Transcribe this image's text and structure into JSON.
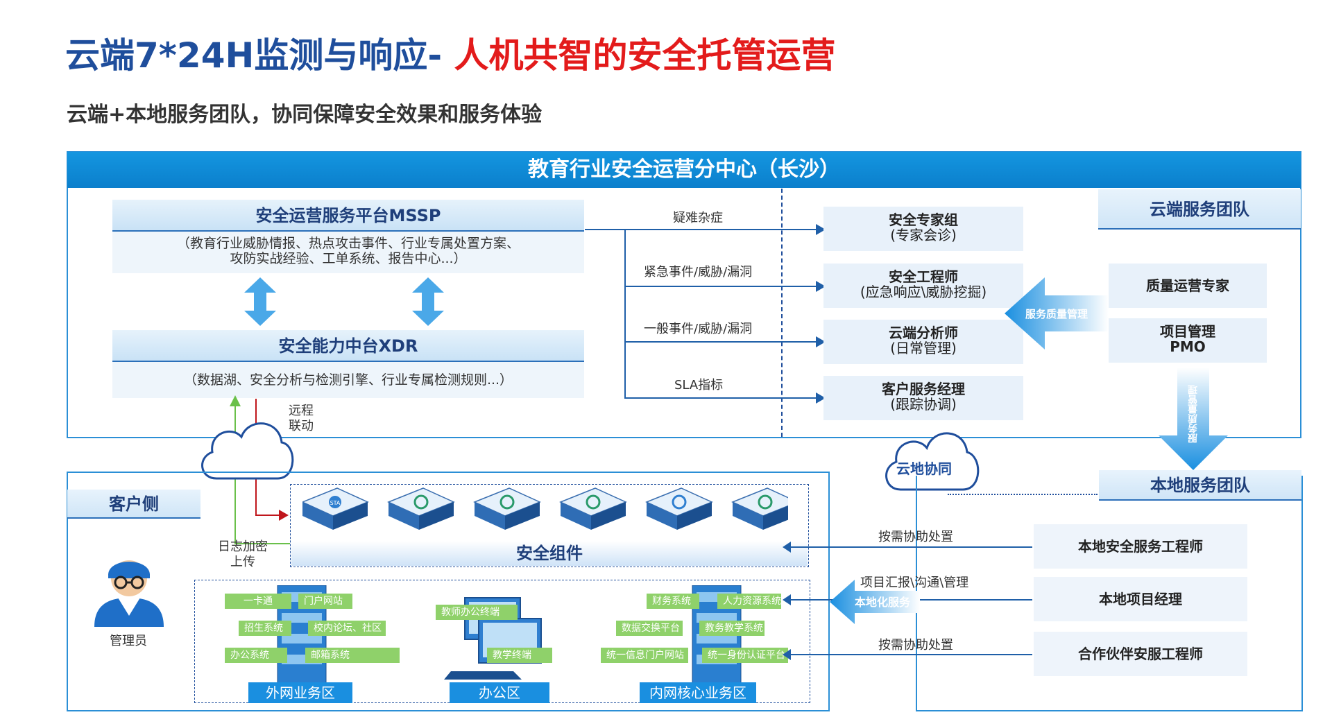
{
  "title": {
    "blue": "云端7*24H监测与响应- ",
    "red": "人机共智的安全托管运营"
  },
  "subtitle": "云端+本地服务团队，协同保障安全效果和服务体验",
  "center_banner": "教育行业安全运营分中心（长沙）",
  "mssp": {
    "title": "安全运营服务平台MSSP",
    "desc_line1": "（教育行业威胁情报、热点攻击事件、行业专属处置方案、",
    "desc_line2": "攻防实战经验、工单系统、报告中心...）"
  },
  "xdr": {
    "title": "安全能力中台XDR",
    "desc": "（数据湖、安全分析与检测引擎、行业专属检测规则...）"
  },
  "flows": [
    "疑难杂症",
    "紧急事件/威胁/漏洞",
    "一般事件/威胁/漏洞",
    "SLA指标"
  ],
  "cloud_roles": [
    {
      "name": "安全专家组",
      "sub": "(专家会诊)"
    },
    {
      "name": "安全工程师",
      "sub": "(应急响应\\威胁挖掘)"
    },
    {
      "name": "云端分析师",
      "sub": "(日常管理)"
    },
    {
      "name": "客户服务经理",
      "sub": "(跟踪协调)"
    }
  ],
  "cloud_team": {
    "title": "云端服务团队",
    "quality_expert": "质量运营专家",
    "pm_line1": "项目管理",
    "pm_line2": "PMO"
  },
  "quality_arrow": "服务质量管理",
  "quality_arrow_v": "服务质量管理",
  "remote_link": {
    "line1": "远程",
    "line2": "联动"
  },
  "cloud_collab": "云地协同",
  "customer_side": "客户侧",
  "log_upload": {
    "line1": "日志加密",
    "line2": "上传"
  },
  "admin_label": "管理员",
  "security_components": "安全组件",
  "device_labels": [
    "STA",
    "",
    "",
    "",
    "",
    ""
  ],
  "local_team": {
    "title": "本地服务团队",
    "roles": [
      "本地安全服务工程师",
      "本地项目经理",
      "合作伙伴安服工程师"
    ]
  },
  "local_flows": [
    "按需协助处置",
    "项目汇报\\沟通\\管理",
    "按需协助处置"
  ],
  "local_service": "本地化服务",
  "zones": {
    "external": {
      "label": "外网业务区",
      "tags": [
        "一卡通",
        "门户网站",
        "招生系统",
        "校内论坛、社区",
        "办公系统",
        "邮箱系统"
      ]
    },
    "office": {
      "label": "办公区",
      "tags": [
        "教师办公终端",
        "教学终端"
      ]
    },
    "internal": {
      "label": "内网核心业务区",
      "tags": [
        "财务系统",
        "人力资源系统",
        "数据交换平台",
        "教务教学系统",
        "统一信息门户网站",
        "统一身份认证平台"
      ]
    }
  },
  "colors": {
    "brand_blue": "#1f4e9c",
    "accent_red": "#e31b1b",
    "banner": "#0b7fcc",
    "tag_green": "#8fd16a"
  }
}
